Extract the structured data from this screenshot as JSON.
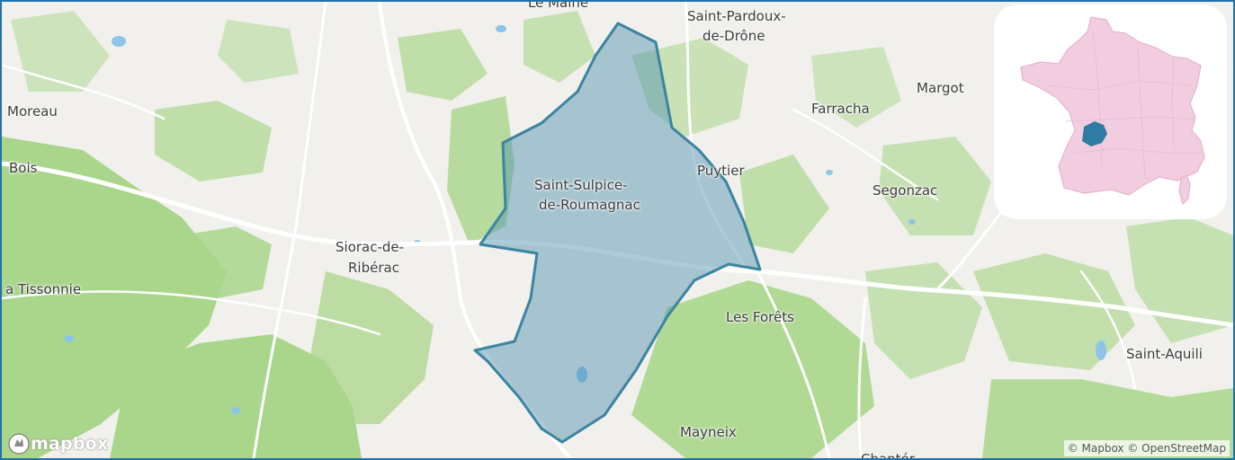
{
  "map": {
    "provider_logo": "mapbox",
    "attribution": "© Mapbox © OpenStreetMap",
    "highlight_commune": "Saint-Sulpice-de-Roumagnac",
    "colors": {
      "border": "#1f72ad",
      "land": "#f1f0ec",
      "forest": "#a9d68b",
      "road": "#ffffff",
      "water": "#8cc4ea",
      "commune_fill": "#4a8fb0",
      "commune_stroke": "#3c84a0",
      "inset_country": "#f2cde0",
      "inset_highlight": "#2f7ba3"
    },
    "labels": [
      {
        "id": "le-maine",
        "text": "Le Maine"
      },
      {
        "id": "saint-pardoux-line1",
        "text": "Saint-Pardoux-"
      },
      {
        "id": "saint-pardoux-line2",
        "text": "de-Drône"
      },
      {
        "id": "margot",
        "text": "Margot"
      },
      {
        "id": "farracha",
        "text": "Farracha"
      },
      {
        "id": "moreau",
        "text": "Moreau"
      },
      {
        "id": "bois",
        "text": "Bois"
      },
      {
        "id": "saint-sulpice-line1",
        "text": "Saint-Sulpice-"
      },
      {
        "id": "saint-sulpice-line2",
        "text": "de-Roumagnac"
      },
      {
        "id": "puytier",
        "text": "Puytier"
      },
      {
        "id": "segonzac",
        "text": "Segonzac"
      },
      {
        "id": "siorac-line1",
        "text": "Siorac-de-"
      },
      {
        "id": "siorac-line2",
        "text": "Ribérac"
      },
      {
        "id": "tissonnie",
        "text": "a Tissonnie"
      },
      {
        "id": "les-forets",
        "text": "Les Forêts"
      },
      {
        "id": "saint-aquilin",
        "text": "Saint-Aquili"
      },
      {
        "id": "mayneix",
        "text": "Mayneix"
      },
      {
        "id": "chantemerle-partial",
        "text": "Chantér"
      }
    ],
    "inset": {
      "country": "France",
      "highlight": "Dordogne"
    }
  }
}
